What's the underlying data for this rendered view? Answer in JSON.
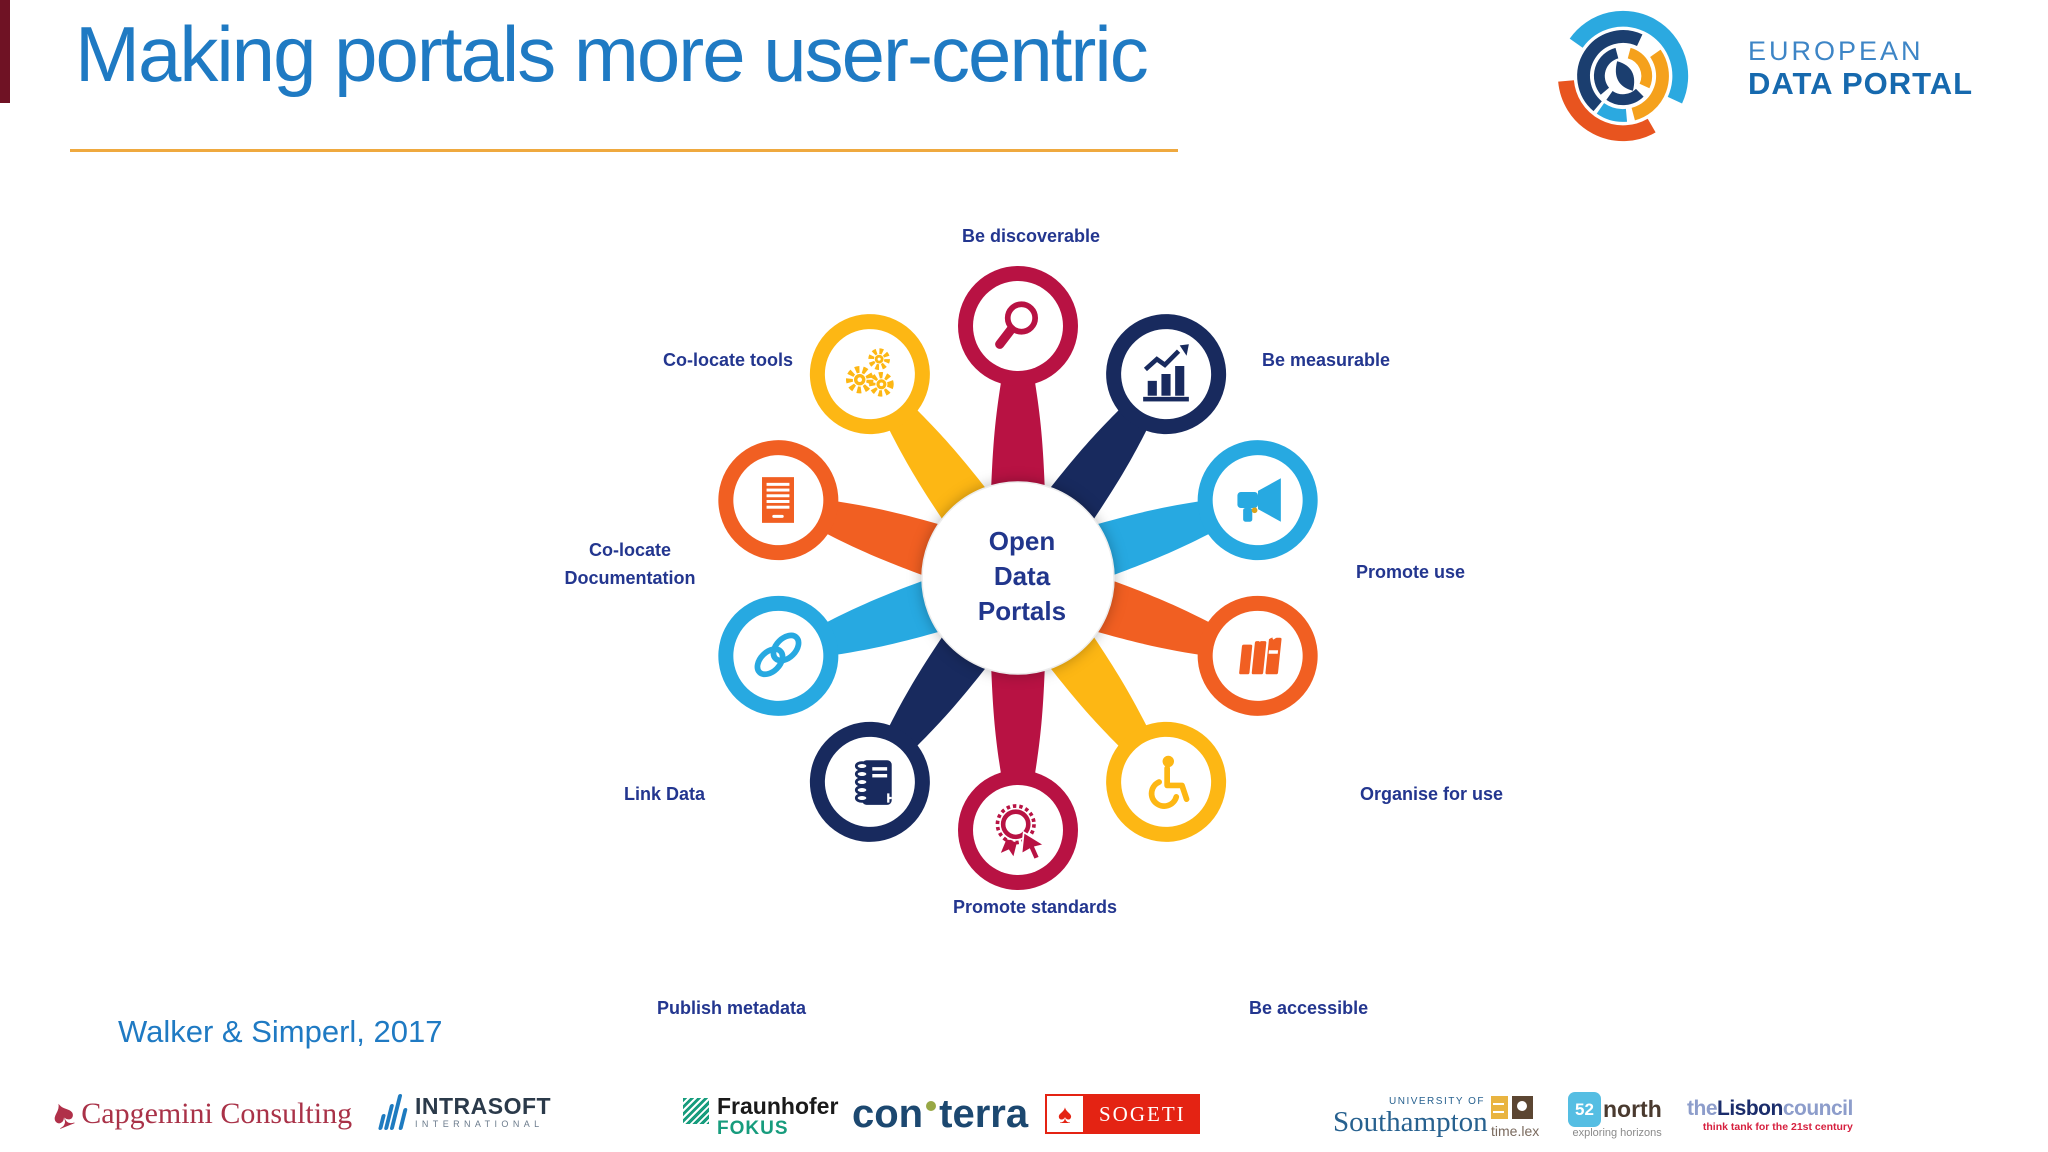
{
  "slide": {
    "title": "Making portals more user-centric",
    "citation": "Walker & Simperl, 2017",
    "colors": {
      "title_blue": "#1F7AC3",
      "divider_gold": "#EFA93F",
      "label_navy": "#23368F",
      "crimson": "#B81243",
      "navy": "#182A5E",
      "cyan": "#27A9E1",
      "orange": "#F15F22",
      "yellow": "#FDB714"
    }
  },
  "edp_logo": {
    "line1": "EUROPEAN",
    "line2": "DATA PORTAL"
  },
  "flower": {
    "center_label": "Open\nData\nPortals",
    "petals": [
      {
        "label": "Be discoverable",
        "color": "#B81243",
        "icon": "magnifier-icon"
      },
      {
        "label": "Be measurable",
        "color": "#182A5E",
        "icon": "bar-chart-icon"
      },
      {
        "label": "Promote use",
        "color": "#27A9E1",
        "icon": "megaphone-icon"
      },
      {
        "label": "Organise for use",
        "color": "#F15F22",
        "icon": "books-icon"
      },
      {
        "label": "Be accessible",
        "color": "#FDB714",
        "icon": "wheelchair-icon"
      },
      {
        "label": "Promote standards",
        "color": "#B81243",
        "icon": "award-icon"
      },
      {
        "label": "Publish metadata",
        "color": "#182A5E",
        "icon": "notebook-icon"
      },
      {
        "label": "Link Data",
        "color": "#27A9E1",
        "icon": "link-icon"
      },
      {
        "label": "Co-locate\nDocumentation",
        "color": "#F15F22",
        "icon": "document-icon"
      },
      {
        "label": "Co-locate tools",
        "color": "#FDB714",
        "icon": "gears-icon"
      }
    ]
  },
  "partners": {
    "capgemini": {
      "text": "Capgemini Consulting"
    },
    "intrasoft": {
      "name": "INTRASOFT",
      "sub": "INTERNATIONAL"
    },
    "fraunhofer": {
      "name": "Fraunhofer",
      "sub": "FOKUS"
    },
    "conterra": {
      "part1": "con",
      "part2": "terra"
    },
    "sogeti": {
      "name": "SOGETI"
    },
    "southampton": {
      "top": "UNIVERSITY OF",
      "name": "Southampton"
    },
    "timelex": {
      "text": "time.lex"
    },
    "n52": {
      "num": "52",
      "name": "north",
      "sub": "exploring horizons"
    },
    "lisbon": {
      "p1": "the",
      "p2": "Lisbon",
      "p3": "council",
      "tagline": "think tank for the 21st century"
    }
  }
}
